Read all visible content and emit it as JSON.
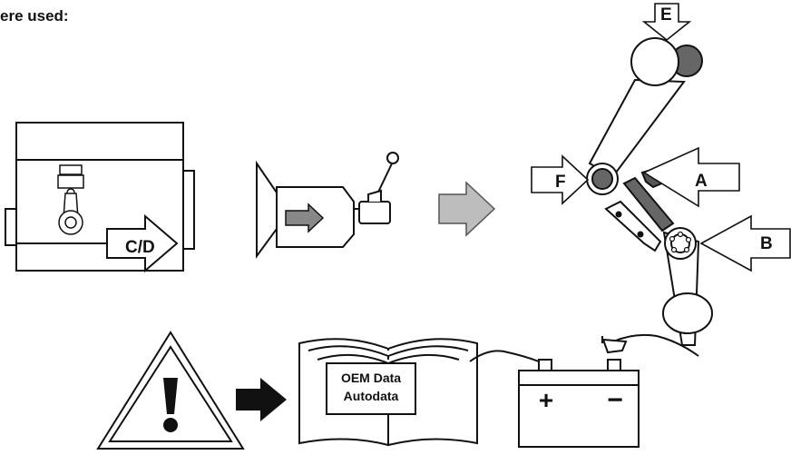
{
  "heading": "ere used:",
  "engine": {
    "label": "C/D"
  },
  "crank_labels": {
    "a": "A",
    "b": "B",
    "e": "E",
    "f": "F"
  },
  "manual": {
    "line1": "OEM Data",
    "line2": "Autodata"
  },
  "battery": {
    "plus": "+",
    "minus": "−"
  },
  "colors": {
    "ink": "#111111",
    "gray_fill": "#cccccc",
    "dark_gray": "#666666",
    "arrow_gray": "#bdbdbd"
  }
}
